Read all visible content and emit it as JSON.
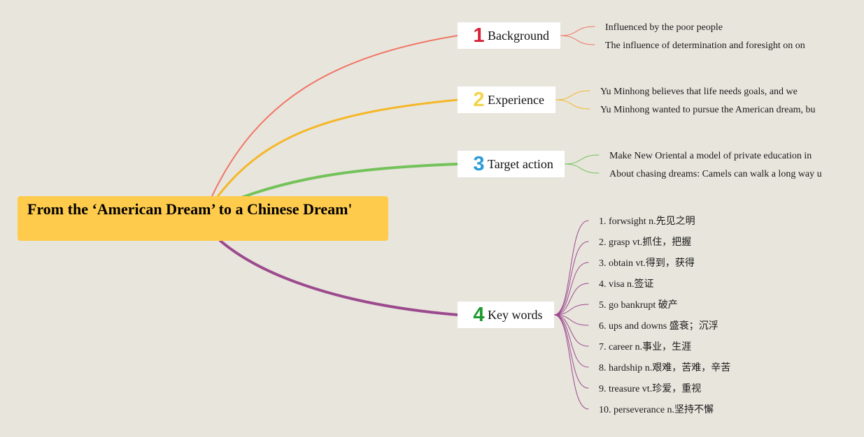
{
  "root": {
    "title": "From the ‘American Dream’ to a Chinese Dream'"
  },
  "branches": [
    {
      "number": "1",
      "label": "Background",
      "color": "#f07563",
      "number_color": "#d9213a",
      "items": [
        "Influenced by the poor people",
        "The influence of determination and foresight on on"
      ]
    },
    {
      "number": "2",
      "label": "Experience",
      "color": "#f5b727",
      "number_color": "#f3d44a",
      "items": [
        "Yu Minhong believes that life needs goals, and we",
        "Yu Minhong wanted to pursue the American dream, bu"
      ]
    },
    {
      "number": "3",
      "label": "Target action",
      "color": "#74c25a",
      "number_color": "#2a9bd6",
      "items": [
        "Make New Oriental a model of private education in",
        "About chasing dreams: Camels can walk a long way u"
      ]
    },
    {
      "number": "4",
      "label": "Key words",
      "color": "#9c4a8e",
      "number_color": "#1f9a2e",
      "items": [
        "1. forwsight n.先见之明",
        "2. grasp vt.抓住，把握",
        "3. obtain vt.得到，获得",
        "4. visa n.签证",
        "5. go bankrupt 破产",
        "6. ups and downs 盛衰；沉浮",
        "7. career n.事业，生涯",
        "8. hardship n.艰难，苦难，辛苦",
        "9. treasure vt.珍爱，重视",
        "10. perseverance n.坚持不懈"
      ]
    }
  ]
}
